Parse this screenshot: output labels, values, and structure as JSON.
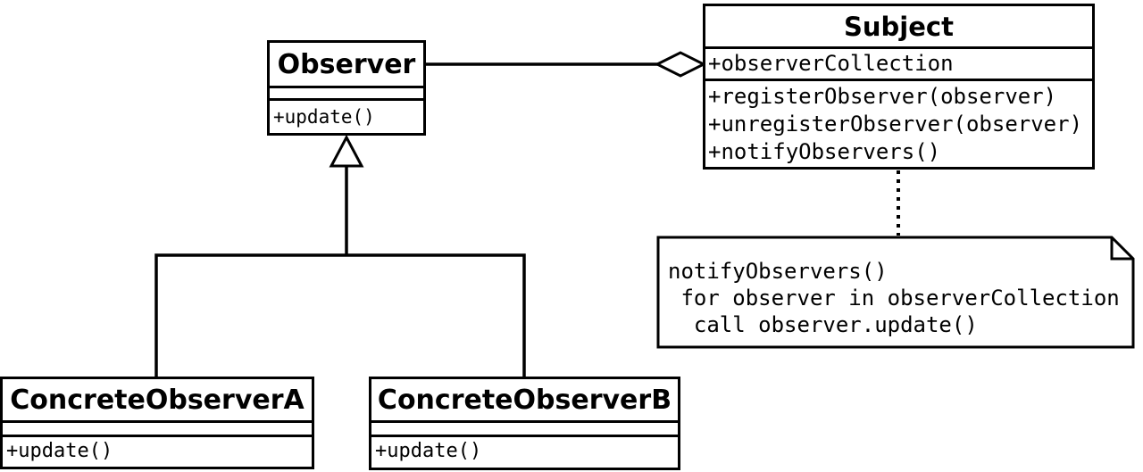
{
  "diagram": {
    "kind": "uml-class-diagram",
    "pattern": "Observer",
    "classes": {
      "observer": {
        "name": "Observer",
        "attributes": [],
        "methods": [
          "+update()"
        ]
      },
      "subject": {
        "name": "Subject",
        "attributes": [
          "+observerCollection"
        ],
        "methods": [
          "+registerObserver(observer)",
          "+unregisterObserver(observer)",
          "+notifyObservers()"
        ]
      },
      "concrete_observer_a": {
        "name": "ConcreteObserverA",
        "attributes": [],
        "methods": [
          "+update()"
        ]
      },
      "concrete_observer_b": {
        "name": "ConcreteObserverB",
        "attributes": [],
        "methods": [
          "+update()"
        ]
      }
    },
    "note": {
      "lines": [
        "notifyObservers()",
        " for observer in observerCollection",
        "  call observer.update()"
      ]
    },
    "relationships": [
      {
        "type": "aggregation",
        "owner": "Subject",
        "part": "Observer",
        "marker": "hollow-diamond"
      },
      {
        "type": "generalization",
        "child": "ConcreteObserverA",
        "parent": "Observer",
        "marker": "hollow-triangle"
      },
      {
        "type": "generalization",
        "child": "ConcreteObserverB",
        "parent": "Observer",
        "marker": "hollow-triangle"
      },
      {
        "type": "note-anchor",
        "from": "Subject",
        "to": "note",
        "style": "dotted"
      }
    ],
    "colors": {
      "stroke": "#000000",
      "fill": "#ffffff",
      "text": "#000000",
      "background": "#ffffff"
    }
  }
}
